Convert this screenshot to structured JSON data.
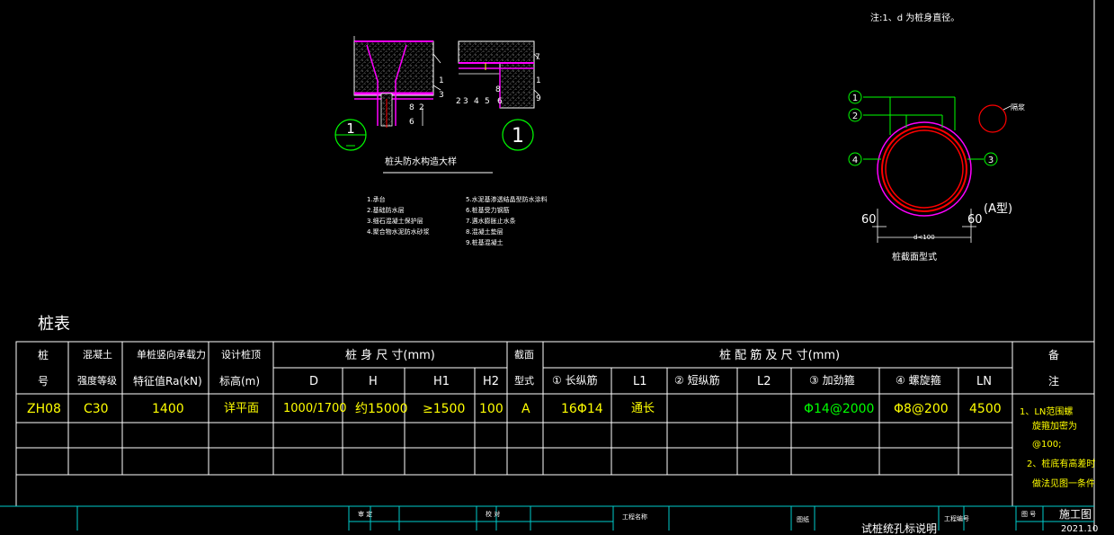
{
  "note": "注:1、d  为桩身直径。",
  "detail_title": "桩头防水构造大样",
  "section_title": "桩截面型式",
  "markers": {
    "detail_left": "1",
    "detail_right": "1",
    "ring_1": "1",
    "ring_2": "2",
    "ring_3": "3",
    "ring_4": "4"
  },
  "callouts": {
    "dim_60_left": "60",
    "dim_60_right": "60",
    "type_a": "(A型)",
    "d_label": "d<100",
    "concrete_label": "隔浆"
  },
  "detail_left_nums": [
    "1",
    "3",
    "8",
    "2",
    "6"
  ],
  "detail_right_nums": [
    "7",
    "2",
    "3",
    "4",
    "5",
    "8",
    "1",
    "9",
    "6"
  ],
  "legend_left": [
    "1.承台",
    "2.基础防水层",
    "3.细石混凝土保护层",
    "4.聚合物水泥防水砂浆"
  ],
  "legend_right": [
    "5.水泥基渗透结晶型防水涂料",
    "6.桩基受力钢筋",
    "7.遇水膨胀止水条",
    "8.混凝土垫层",
    "9.桩基混凝土"
  ],
  "table": {
    "title": "桩表",
    "headers": {
      "pile_no": [
        "桩",
        "号"
      ],
      "concrete": [
        "混凝土",
        "强度等级"
      ],
      "capacity": [
        "单桩竖向承载力",
        "特征值Ra(kN)"
      ],
      "top_elev": [
        "设计桩顶",
        "标高(m)"
      ],
      "body_size": "桩 身 尺 寸(mm)",
      "section": [
        "截面",
        "型式"
      ],
      "rebar": "桩 配 筋 及 尺 寸(mm)",
      "remark": [
        "备",
        "注"
      ],
      "cols": [
        "D",
        "H",
        "H1",
        "H2",
        "① 长纵筋",
        "L1",
        "② 短纵筋",
        "L2",
        "③ 加劲箍",
        "④ 螺旋箍",
        "LN"
      ]
    },
    "row": [
      "ZH08",
      "C30",
      "1400",
      "详平面",
      "1000/1700",
      "约15000",
      "≥1500",
      "100",
      "A",
      "16Φ14",
      "通长",
      "",
      "",
      "Φ14@2000",
      "Φ8@200",
      "4500"
    ],
    "remarks": [
      "1、LN范围螺",
      "旋箍加密为",
      "@100;",
      "2、桩底有高差时",
      "做法见图一条件"
    ]
  },
  "title_block": {
    "construction": "施工图",
    "drawing_name": "试桩统孔标说明",
    "c1": "审 定",
    "c2": "校 对",
    "c3": "工程名称",
    "c4": "图纸",
    "c5": "工程编号",
    "c6": "图 号",
    "partial_date": "2021.10"
  }
}
